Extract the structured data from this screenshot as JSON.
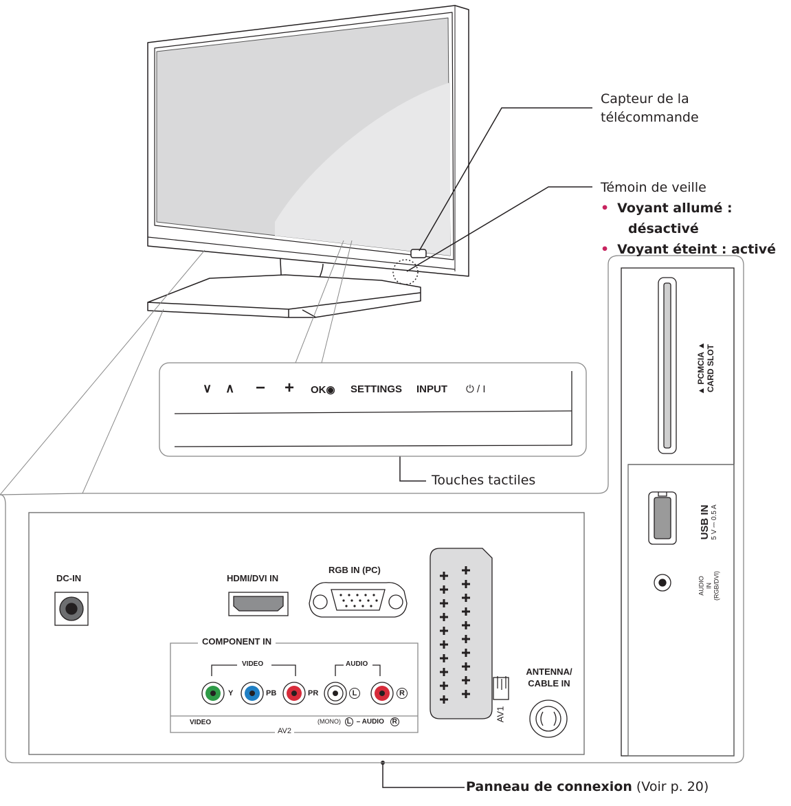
{
  "callouts": {
    "remote_sensor": [
      "Capteur de la",
      "télécommande"
    ],
    "standby": {
      "title": "Témoin de veille",
      "items": [
        {
          "line1": "Voyant allumé :",
          "line2": "désactivé"
        },
        {
          "line1": "Voyant éteint : activé"
        }
      ]
    },
    "touch_keys": "Touches tactiles",
    "panel": {
      "label": "Panneau de connexion",
      "ref": "(Voir p. 20)"
    }
  },
  "touch_panel": {
    "keys": [
      "∨",
      "∧",
      "−",
      "+",
      "OK◉",
      "SETTINGS",
      "INPUT",
      "⏻ / I"
    ]
  },
  "side_panel": {
    "pcmcia": [
      "▲ PCMCIA ▲",
      "CARD SLOT"
    ],
    "usb": {
      "label": "USB IN",
      "rating": "5 V ⎓ 0.5 A"
    },
    "audio_in": [
      "AUDIO",
      "IN",
      "(RGB/DVI)"
    ]
  },
  "rear_panel": {
    "dc_in": "DC-IN",
    "hdmi": "HDMI/DVI IN",
    "rgb": "RGB IN (PC)",
    "component": {
      "title": "COMPONENT IN",
      "video": "VIDEO",
      "audio": "AUDIO",
      "y": "Y",
      "pb": "PB",
      "pr": "PR",
      "l": "L",
      "r": "R",
      "bottom_video": "VIDEO",
      "av2": "AV2",
      "mono": "(MONO)",
      "audio_bottom": "– AUDIO"
    },
    "av1": "AV1",
    "antenna": [
      "ANTENNA/",
      "CABLE IN"
    ]
  },
  "colors": {
    "bullet": "#c8245f",
    "jack_green": "#2e9a47",
    "jack_blue": "#1f7fc4",
    "jack_red": "#d72b3a"
  }
}
